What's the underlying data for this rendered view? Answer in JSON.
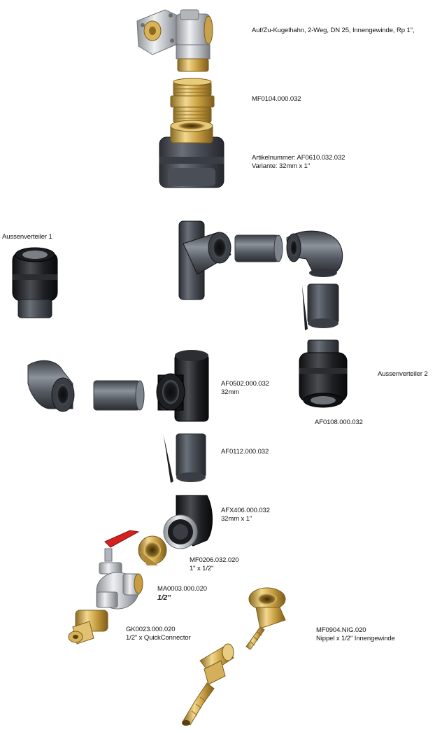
{
  "labels": {
    "ball_valve_dn25": "Auf/Zu-Kugelhahn, 2-Weg, DN 25, Innengewinde, Rp 1\",",
    "mf0104": "MF0104.000.032",
    "af0610_line1": "Artikelnummer: AF0610.032.032",
    "af0610_line2": "Variante: 32mm x 1\"",
    "aussenverteiler_1": "Aussenverteiler 1",
    "aussenverteiler_2": "Aussenverteiler 2",
    "af0502_line1": "AF0502.000.032",
    "af0502_line2": "32mm",
    "af0108": "AF0108.000.032",
    "af0112": "AF0112.000.032",
    "afx406_line1": "AFX406.000.032",
    "afx406_line2": "32mm x 1\"",
    "mf0206_line1": "MF0206.032.020",
    "mf0206_line2": "1\" x 1/2\"",
    "ma0003_line1": "MA0003.000.020",
    "ma0003_line2": "1/2\"",
    "gk0023_line1": "GK0023.000.020",
    "gk0023_line2": "1/2\" x QuickConnector",
    "mf0904_line1": "MF0904.NIG.020",
    "mf0904_line2": "Nippel x 1/2\" Innengewinde"
  },
  "colors": {
    "pvc_dark": "#2e3136",
    "pvc_mid": "#5b6068",
    "pvc_light": "#9aa0a8",
    "brass": "#c9a24a",
    "brass_light": "#f0d58a",
    "brass_dark": "#8a6a22",
    "steel": "#c9ccd0",
    "handle_red": "#d42020"
  },
  "icons": [
    "ball-valve-actuator-icon",
    "brass-nipple-icon",
    "pvc-union-adapter-icon",
    "compression-coupling-icon",
    "pvc-tee-icon",
    "pvc-pipe-icon",
    "pvc-elbow-icon",
    "brass-reducer-icon",
    "lever-ball-valve-icon",
    "quick-connector-icon",
    "brass-hose-nipple-icon"
  ]
}
